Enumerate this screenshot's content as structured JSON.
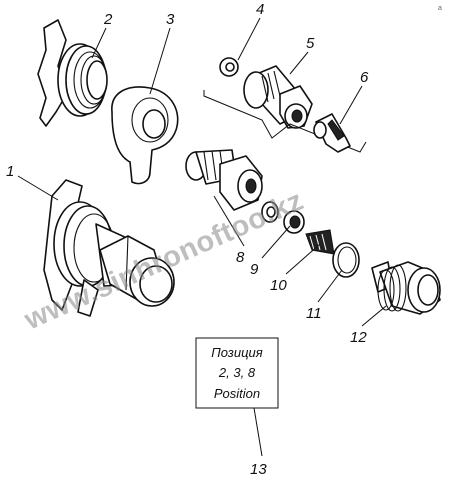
{
  "callouts": [
    {
      "id": "1",
      "label": "1"
    },
    {
      "id": "2",
      "label": "2"
    },
    {
      "id": "3",
      "label": "3"
    },
    {
      "id": "4",
      "label": "4"
    },
    {
      "id": "5",
      "label": "5"
    },
    {
      "id": "6",
      "label": "6"
    },
    {
      "id": "8",
      "label": "8"
    },
    {
      "id": "9",
      "label": "9"
    },
    {
      "id": "10",
      "label": "10"
    },
    {
      "id": "11",
      "label": "11"
    },
    {
      "id": "12",
      "label": "12"
    },
    {
      "id": "13",
      "label": "13"
    }
  ],
  "note_box": {
    "line1": "Позиция",
    "line2": "2, 3, 8",
    "line3": "Position"
  },
  "watermark": "www.sinhronoftoo.kz",
  "corner_mark": "a"
}
